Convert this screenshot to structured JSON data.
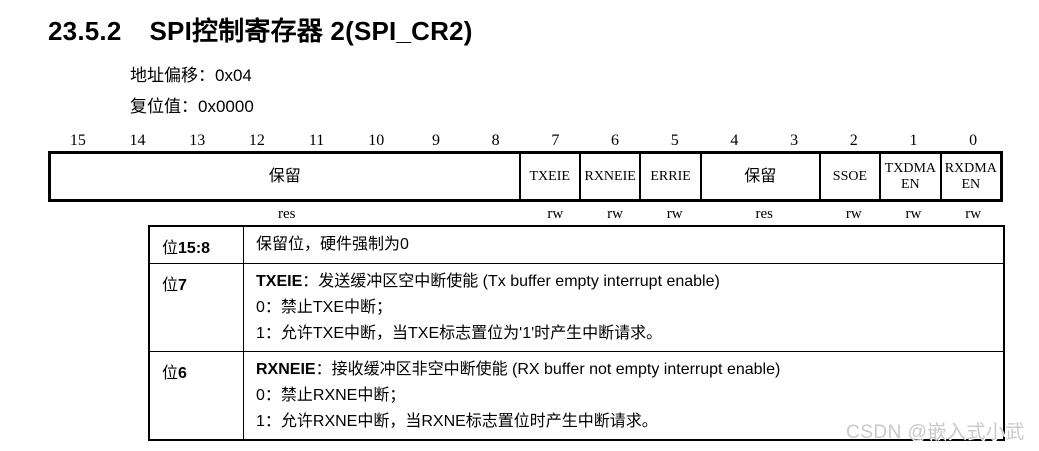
{
  "page": {
    "section_number": "23.5.2",
    "title": "SPI控制寄存器 2(SPI_CR2)",
    "address_offset": {
      "label": "地址偏移：",
      "value": "0x04"
    },
    "reset_value": {
      "label": "复位值：",
      "value": "0x0000"
    }
  },
  "register_diagram": {
    "bit_numbers": [
      "15",
      "14",
      "13",
      "12",
      "11",
      "10",
      "9",
      "8",
      "7",
      "6",
      "5",
      "4",
      "3",
      "2",
      "1",
      "0"
    ],
    "fields": [
      {
        "name": "保留",
        "bits": 8,
        "access": "res"
      },
      {
        "name": "TXEIE",
        "bits": 1,
        "access": "rw"
      },
      {
        "name": "RXNEIE",
        "bits": 1,
        "access": "rw"
      },
      {
        "name": "ERRIE",
        "bits": 1,
        "access": "rw"
      },
      {
        "name": "保留",
        "bits": 2,
        "access": "res"
      },
      {
        "name": "SSOE",
        "bits": 1,
        "access": "rw"
      },
      {
        "name": "TXDMA EN",
        "bits": 1,
        "access": "rw"
      },
      {
        "name": "RXDMA EN",
        "bits": 1,
        "access": "rw"
      }
    ]
  },
  "description_table": {
    "rows": [
      {
        "bit_prefix": "位",
        "bit_number": "15:8",
        "term": "",
        "line1": "保留位，硬件强制为0",
        "line2": "",
        "line3": ""
      },
      {
        "bit_prefix": "位",
        "bit_number": "7",
        "term": "TXEIE",
        "line1": "：发送缓冲区空中断使能 (Tx buffer empty interrupt enable)",
        "line2": "0：禁止TXE中断；",
        "line3": "1：允许TXE中断，当TXE标志置位为'1'时产生中断请求。"
      },
      {
        "bit_prefix": "位",
        "bit_number": "6",
        "term": "RXNEIE",
        "line1": "：接收缓冲区非空中断使能 (RX buffer not empty interrupt enable)",
        "line2": "0：禁止RXNE中断；",
        "line3": "1：允许RXNE中断，当RXNE标志置位时产生中断请求。"
      }
    ]
  },
  "watermark": {
    "text": "CSDN @嵌入式小武",
    "color": "#c9c9c9"
  }
}
